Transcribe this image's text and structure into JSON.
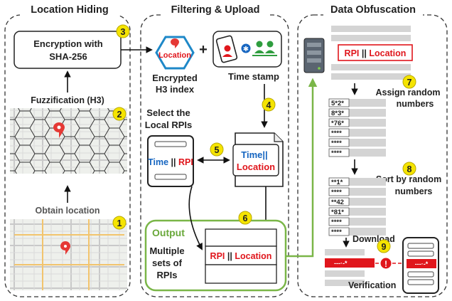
{
  "sections": {
    "location_hiding": "Location Hiding",
    "filtering_upload": "Filtering & Upload",
    "data_obfuscation": "Data Obfuscation"
  },
  "left": {
    "encryption_line1": "Encryption with",
    "encryption_line2": "SHA-256",
    "fuzzification": "Fuzzification (H3)",
    "obtain_location": "Obtain location"
  },
  "middle": {
    "hex_label": "Location",
    "plus": "+",
    "bluetooth_symbol": "✱",
    "encrypted_line1": "Encrypted",
    "encrypted_line2": "H3 index",
    "timestamp": "Time stamp",
    "select_line1": "Select the",
    "select_line2": "Local RPIs",
    "phone_time": "Time",
    "phone_sep": " || ",
    "phone_rpi": "RPI",
    "doc_time": "Time||",
    "doc_location": "Location",
    "output": "Output",
    "multiple_line1": "Multiple",
    "multiple_line2": "sets of",
    "multiple_line3": "RPIs",
    "output_rpi": "RPI",
    "output_sep": " || ",
    "output_location": "Location"
  },
  "right": {
    "server_record_rpi": "RPI",
    "server_record_sep": " || ",
    "server_record_location": "Location",
    "assign_line1": "Assign random",
    "assign_line2": "numbers",
    "assigned_rows": [
      "5*2*",
      "8*3*",
      "*76*",
      "****",
      "****",
      "****"
    ],
    "sort_line1": "Sort by random",
    "sort_line2": "numbers",
    "sorted_rows": [
      "**1*",
      "****",
      "**42",
      "*81*",
      "****",
      "****"
    ],
    "download": "Download",
    "verification": "Verification",
    "verify_left_row": "---·-*",
    "verify_right_row": "---·-*",
    "alert_symbol": "!"
  },
  "steps": [
    "1",
    "2",
    "3",
    "4",
    "5",
    "6",
    "7",
    "8",
    "9"
  ],
  "colors": {
    "step_badge": "#f5e400",
    "green_output": "#7ab648",
    "red": "#e0161c",
    "blue": "#1565c0",
    "hexagon_fill": "#1e88c8",
    "row_grey": "#d4d4d4"
  },
  "icons": [
    "hexagon-location-icon",
    "map-pin-icon",
    "phone-contact-icon",
    "bluetooth-icon",
    "people-group-icon",
    "server-icon",
    "phone-icon",
    "document-icon",
    "alert-icon"
  ]
}
